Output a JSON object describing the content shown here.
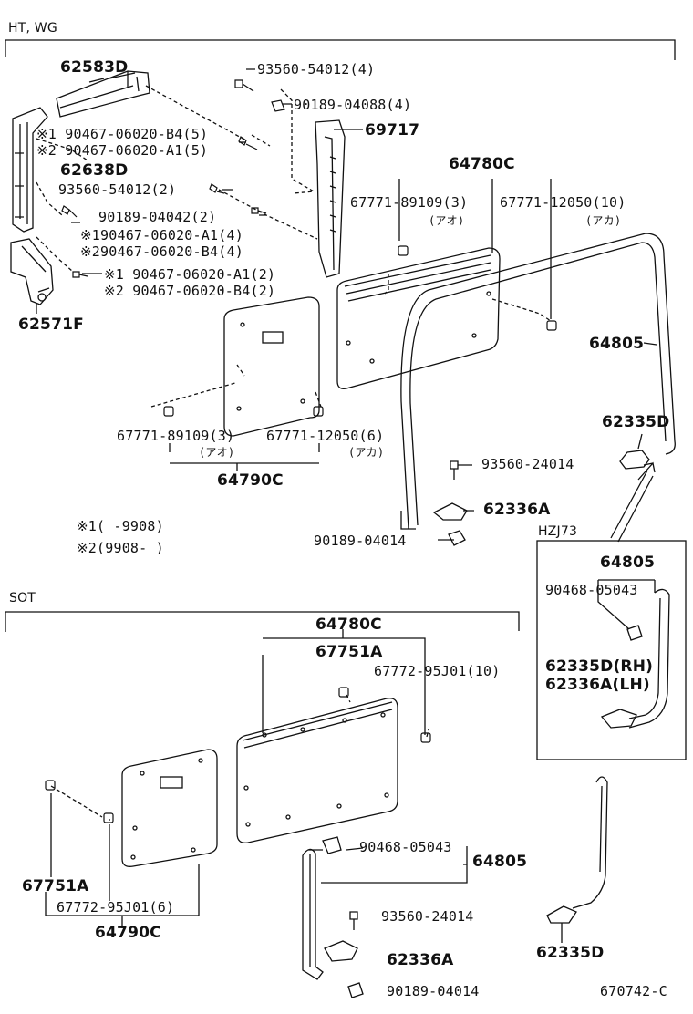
{
  "sections": {
    "ht": "HT, WG",
    "sot": "SOT",
    "hzj": "HZJ73"
  },
  "labels": {
    "p62583D": "62583D",
    "p93560_54012_4": "93560-54012(4)",
    "p90189_04088_4": "90189-04088(4)",
    "p69717": "69717",
    "m1_90467_B4_5": "※1 90467-06020-B4(5)",
    "m2_90467_A1_5": "※2 90467-06020-A1(5)",
    "p62638D": "62638D",
    "p93560_54012_2": "93560-54012(2)",
    "p90189_04042_2": "90189-04042(2)",
    "m1_90467_A1_4": "※190467-06020-A1(4)",
    "m2_90467_B4_4": "※290467-06020-B4(4)",
    "m1_90467_A1_2": "※1 90467-06020-A1(2)",
    "m2_90467_B4_2": "※2 90467-06020-B4(2)",
    "p62571F": "62571F",
    "p64780C_top": "64780C",
    "p67771_89109_3_top": "67771-89109(3)",
    "ao_top": "(アオ)",
    "p67771_12050_10": "67771-12050(10)",
    "aka_top": "(アカ)",
    "p64805_top": "64805",
    "p67771_89109_3_mid": "67771-89109(3)",
    "ao_mid": "(アオ)",
    "p67771_12050_6": "67771-12050(6)",
    "aka_mid": "(アカ)",
    "p64790C_top": "64790C",
    "p62335D_top": "62335D",
    "p93560_24014_top": "93560-24014",
    "p62336A_top": "62336A",
    "p90189_04014_top": "90189-04014",
    "note1": "※1(      -9908)",
    "note2": "※2(9908-      )",
    "h_64805": "64805",
    "h_90468_05043": "90468-05043",
    "h_62335D_RH": "62335D(RH)",
    "h_62336A_LH": "62336A(LH)",
    "s_64780C": "64780C",
    "s_67751A_top": "67751A",
    "s_67772_95J01_10": "67772-95J01(10)",
    "s_67751A_left": "67751A",
    "s_67772_95J01_6": "67772-95J01(6)",
    "s_64790C": "64790C",
    "s_90468_05043": "90468-05043",
    "s_64805": "64805",
    "s_93560_24014": "93560-24014",
    "s_62336A": "62336A",
    "s_90189_04014": "90189-04014",
    "s_62335D": "62335D",
    "footer_code": "670742-C"
  }
}
